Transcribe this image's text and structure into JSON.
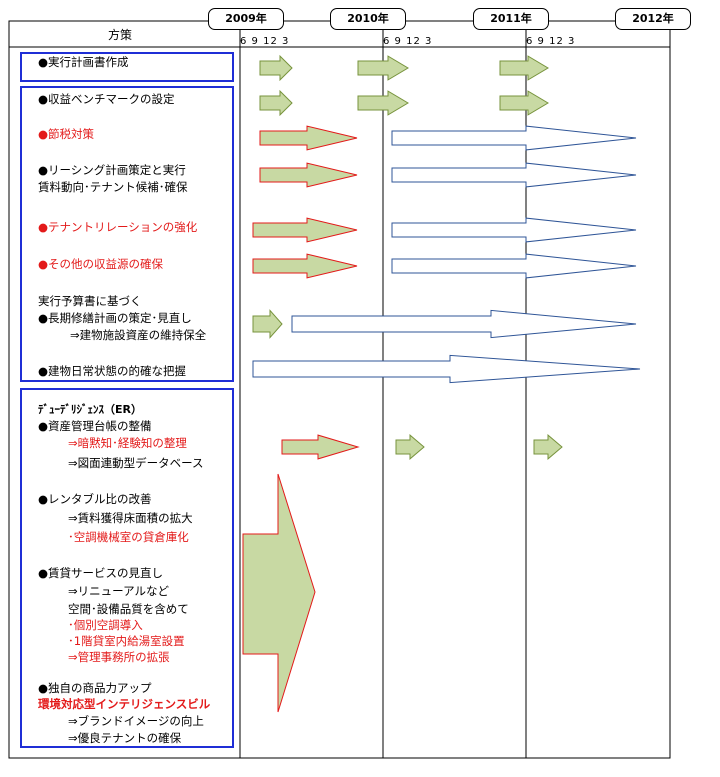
{
  "header": {
    "measures_label": "方策",
    "years": [
      "2009年",
      "2010年",
      "2011年",
      "2012年"
    ],
    "month_ticks": "6  9  12  3"
  },
  "items": {
    "plan_doc": "●実行計画書作成",
    "benchmark": "●収益ベンチマークの設定",
    "tax": "●節税対策",
    "leasing_1": "●リーシング計画策定と実行",
    "leasing_2": "賃料動向･テナント候補･確保",
    "tenant_rel": "●テナントリレーションの強化",
    "other_rev": "●その他の収益源の確保",
    "budget_1": "実行予算書に基づく",
    "budget_2": "●長期修繕計画の策定･見直し",
    "budget_3": "⇒建物施設資産の維持保全",
    "daily": "●建物日常状態の的確な把握",
    "dd_title": "ﾃﾞｭｰﾃﾞﾘｼﾞｪﾝｽ（ER）",
    "ledger": "●資産管理台帳の整備",
    "ledger_a": "⇒暗黙知･経験知の整理",
    "ledger_b": "⇒図面連動型データベース",
    "rentable": "●レンタブル比の改善",
    "rentable_a": "⇒賃料獲得床面積の拡大",
    "rentable_b": "･空調機械室の貸倉庫化",
    "service": "●賃貸サービスの見直し",
    "service_a": "⇒リニューアルなど",
    "service_b": "空間･設備品質を含めて",
    "service_c": "･個別空調導入",
    "service_d": "･1階貸室内給湯室設置",
    "service_e": "⇒管理事務所の拡張",
    "product": "●独自の商品力アップ",
    "product_a": "環境対応型インテリジェンスビル",
    "product_b": "⇒ブランドイメージの向上",
    "product_c": "⇒優良テナントの確保"
  },
  "colors": {
    "arrow_fill": "#c8d9a3",
    "arrow_stroke_green": "#77933c",
    "arrow_stroke_red": "#e31a1a",
    "arrow_stroke_blue": "#2f5597",
    "box_border": "#1f2ed6",
    "red_text": "#e31a1a"
  }
}
